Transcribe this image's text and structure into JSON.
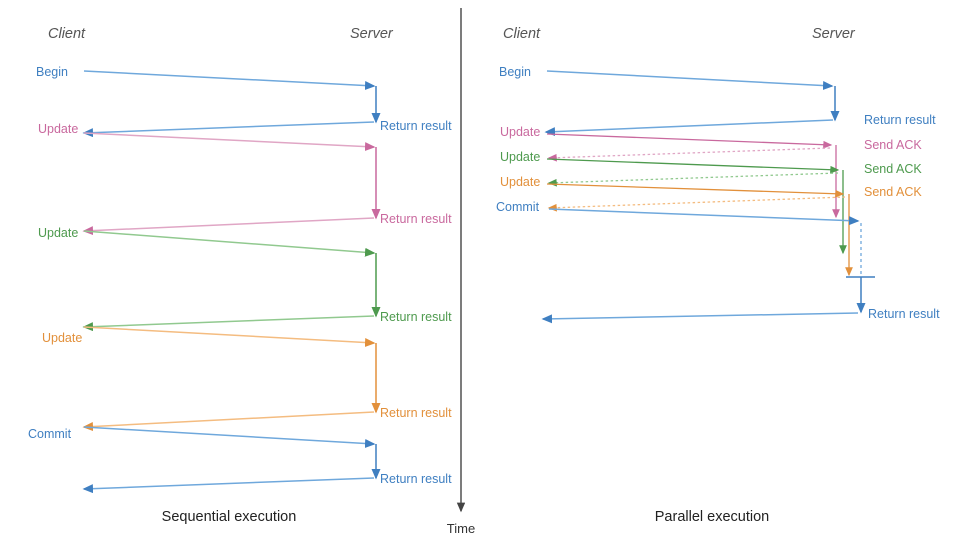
{
  "figure": {
    "divider_label": "Time",
    "colors": {
      "blue": "#3f7fc1",
      "blue_light": "#6fa8dc",
      "pink": "#c9699e",
      "pink_light": "#e0a6c5",
      "green": "#4e9a4e",
      "green_light": "#91c98f",
      "orange": "#e2903b",
      "orange_light": "#f4bc80",
      "axis": "#444444",
      "actor": "#555555",
      "caption": "#222222"
    }
  },
  "panels": [
    {
      "id": "sequential",
      "caption": "Sequential execution",
      "actors": {
        "client": "Client",
        "server": "Server"
      },
      "messages": [
        {
          "id": "seq-begin",
          "label": "Begin",
          "color": "blue",
          "direction": "client-to-server"
        },
        {
          "id": "seq-return-1",
          "label": "Return result",
          "color": "blue",
          "direction": "server-to-client"
        },
        {
          "id": "seq-update-1",
          "label": "Update",
          "color": "pink",
          "direction": "client-to-server"
        },
        {
          "id": "seq-return-2",
          "label": "Return result",
          "color": "pink",
          "direction": "server-to-client"
        },
        {
          "id": "seq-update-2",
          "label": "Update",
          "color": "green",
          "direction": "client-to-server"
        },
        {
          "id": "seq-return-3",
          "label": "Return result",
          "color": "green",
          "direction": "server-to-client"
        },
        {
          "id": "seq-update-3",
          "label": "Update",
          "color": "orange",
          "direction": "client-to-server"
        },
        {
          "id": "seq-return-4",
          "label": "Return result",
          "color": "orange",
          "direction": "server-to-client"
        },
        {
          "id": "seq-commit",
          "label": "Commit",
          "color": "blue",
          "direction": "client-to-server"
        },
        {
          "id": "seq-return-5",
          "label": "Return result",
          "color": "blue",
          "direction": "server-to-client"
        }
      ]
    },
    {
      "id": "parallel",
      "caption": "Parallel execution",
      "actors": {
        "client": "Client",
        "server": "Server"
      },
      "messages": [
        {
          "id": "par-begin",
          "label": "Begin",
          "color": "blue",
          "direction": "client-to-server"
        },
        {
          "id": "par-return-1",
          "label": "Return result",
          "color": "blue",
          "direction": "server-to-client"
        },
        {
          "id": "par-update-1",
          "label": "Update",
          "color": "pink",
          "direction": "client-to-server"
        },
        {
          "id": "par-ack-1",
          "label": "Send ACK",
          "color": "pink",
          "direction": "server-to-client"
        },
        {
          "id": "par-update-2",
          "label": "Update",
          "color": "green",
          "direction": "client-to-server"
        },
        {
          "id": "par-ack-2",
          "label": "Send ACK",
          "color": "green",
          "direction": "server-to-client"
        },
        {
          "id": "par-update-3",
          "label": "Update",
          "color": "orange",
          "direction": "client-to-server"
        },
        {
          "id": "par-ack-3",
          "label": "Send ACK",
          "color": "orange",
          "direction": "server-to-client"
        },
        {
          "id": "par-commit",
          "label": "Commit",
          "color": "blue",
          "direction": "client-to-server"
        },
        {
          "id": "par-return-2",
          "label": "Return result",
          "color": "blue",
          "direction": "server-to-client"
        }
      ]
    }
  ],
  "left": {
    "actor_client": "Client",
    "actor_server": "Server",
    "caption": "Sequential execution",
    "labels": {
      "begin": "Begin",
      "update1": "Update",
      "update2": "Update",
      "update3": "Update",
      "commit": "Commit",
      "ret1": "Return result",
      "ret2": "Return result",
      "ret3": "Return result",
      "ret4": "Return result",
      "ret5": "Return result"
    }
  },
  "right": {
    "actor_client": "Client",
    "actor_server": "Server",
    "caption": "Parallel execution",
    "labels": {
      "begin": "Begin",
      "update1": "Update",
      "update2": "Update",
      "update3": "Update",
      "commit": "Commit",
      "ret1": "Return result",
      "ack1": "Send ACK",
      "ack2": "Send ACK",
      "ack3": "Send ACK",
      "ret2": "Return result"
    }
  },
  "axis": {
    "time_label": "Time"
  }
}
